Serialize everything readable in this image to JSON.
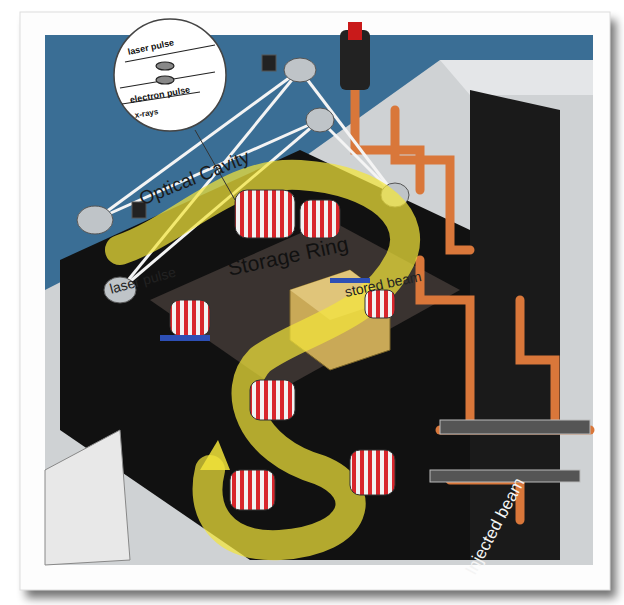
{
  "diagram": {
    "labels": [
      "laser pulse",
      "electron pulse",
      "x-rays",
      "Optical Cavity",
      "laser pulse",
      "Storage Ring",
      "stored beam",
      "Injected beam"
    ]
  }
}
